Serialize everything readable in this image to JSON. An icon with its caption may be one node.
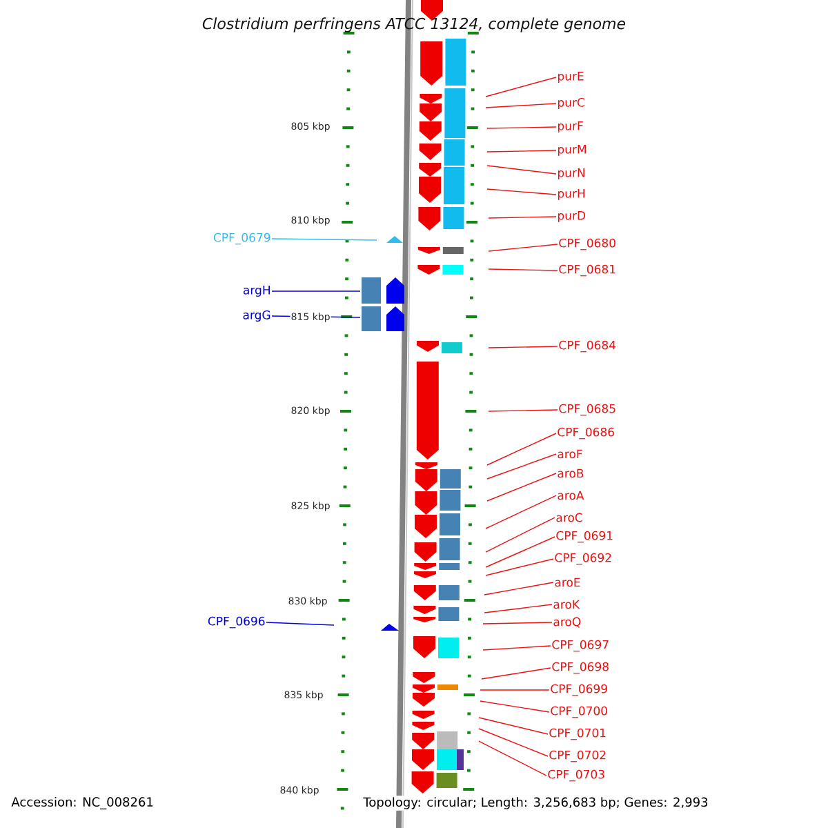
{
  "diagram": {
    "title": "Clostridium perfringens ATCC 13124, complete genome",
    "nodes": [
      {
        "text": [
          "purE"
        ]
      },
      {
        "text": [
          "purC"
        ]
      },
      {
        "text": [
          "purF"
        ]
      },
      {
        "text": [
          "purM"
        ]
      },
      {
        "text": [
          "purN"
        ]
      },
      {
        "text": [
          "purH"
        ]
      },
      {
        "text": [
          "purD"
        ]
      },
      {
        "text": [
          "CPF_0679"
        ]
      },
      {
        "text": [
          "CPF_0680"
        ]
      },
      {
        "text": [
          "CPF_0681"
        ]
      },
      {
        "text": [
          "argH"
        ]
      },
      {
        "text": [
          "argG"
        ]
      },
      {
        "text": [
          "CPF_0684"
        ]
      },
      {
        "text": [
          "CPF_0685"
        ]
      },
      {
        "text": [
          "CPF_0686"
        ]
      },
      {
        "text": [
          "aroF"
        ]
      },
      {
        "text": [
          "aroB"
        ]
      },
      {
        "text": [
          "aroA"
        ]
      },
      {
        "text": [
          "aroC"
        ]
      },
      {
        "text": [
          "CPF_0691"
        ]
      },
      {
        "text": [
          "CPF_0692"
        ]
      },
      {
        "text": [
          "aroE"
        ]
      },
      {
        "text": [
          "aroK"
        ]
      },
      {
        "text": [
          "aroQ"
        ]
      },
      {
        "text": [
          "CPF_0696"
        ]
      },
      {
        "text": [
          "CPF_0697"
        ]
      },
      {
        "text": [
          "CPF_0698"
        ]
      },
      {
        "text": [
          "CPF_0699"
        ]
      },
      {
        "text": [
          "CPF_0700"
        ]
      },
      {
        "text": [
          "CPF_0701"
        ]
      },
      {
        "text": [
          "CPF_0702"
        ]
      },
      {
        "text": [
          "CPF_0703"
        ]
      }
    ],
    "edges": [
      {
        "from": 0,
        "to": null,
        "arrow": "none"
      },
      {
        "from": 1,
        "to": null,
        "arrow": "none"
      },
      {
        "from": 2,
        "to": null,
        "arrow": "none"
      },
      {
        "from": 3,
        "to": null,
        "arrow": "none"
      },
      {
        "from": 4,
        "to": null,
        "arrow": "none"
      },
      {
        "from": 5,
        "to": null,
        "arrow": "none"
      },
      {
        "from": 6,
        "to": null,
        "arrow": "none"
      },
      {
        "from": 7,
        "to": null,
        "arrow": "none",
        "color": "#33bbee"
      },
      {
        "from": 8,
        "to": null,
        "arrow": "none"
      },
      {
        "from": 9,
        "to": null,
        "arrow": "none"
      },
      {
        "from": 10,
        "to": null,
        "arrow": "none",
        "color": "#0000dd"
      },
      {
        "from": 11,
        "to": null,
        "arrow": "none",
        "color": "#0000dd"
      },
      {
        "from": 12,
        "to": null,
        "arrow": "none"
      },
      {
        "from": 13,
        "to": null,
        "arrow": "none"
      },
      {
        "from": 14,
        "to": null,
        "arrow": "none"
      },
      {
        "from": 15,
        "to": null,
        "arrow": "none"
      },
      {
        "from": 16,
        "to": null,
        "arrow": "none"
      },
      {
        "from": 17,
        "to": null,
        "arrow": "none"
      },
      {
        "from": 18,
        "to": null,
        "arrow": "none"
      },
      {
        "from": 19,
        "to": null,
        "arrow": "none"
      },
      {
        "from": 20,
        "to": null,
        "arrow": "none"
      },
      {
        "from": 21,
        "to": null,
        "arrow": "none"
      },
      {
        "from": 22,
        "to": null,
        "arrow": "none"
      },
      {
        "from": 23,
        "to": null,
        "arrow": "none"
      },
      {
        "from": 24,
        "to": null,
        "arrow": "none",
        "color": "#0000dd"
      },
      {
        "from": 25,
        "to": null,
        "arrow": "none"
      },
      {
        "from": 26,
        "to": null,
        "arrow": "none"
      },
      {
        "from": 27,
        "to": null,
        "arrow": "none"
      },
      {
        "from": 28,
        "to": null,
        "arrow": "none"
      },
      {
        "from": 29,
        "to": null,
        "arrow": "none"
      },
      {
        "from": 30,
        "to": null,
        "arrow": "none"
      },
      {
        "from": 31,
        "to": null,
        "arrow": "none"
      }
    ],
    "labels": [
      "805 kbp",
      "810 kbp",
      "815 kbp",
      "820 kbp",
      "825 kbp",
      "830 kbp",
      "835 kbp",
      "840 kbp",
      "Accession: NC_008261",
      "Topology: circular; Length: 3,256,683 bp; Genes: 2,993"
    ]
  }
}
